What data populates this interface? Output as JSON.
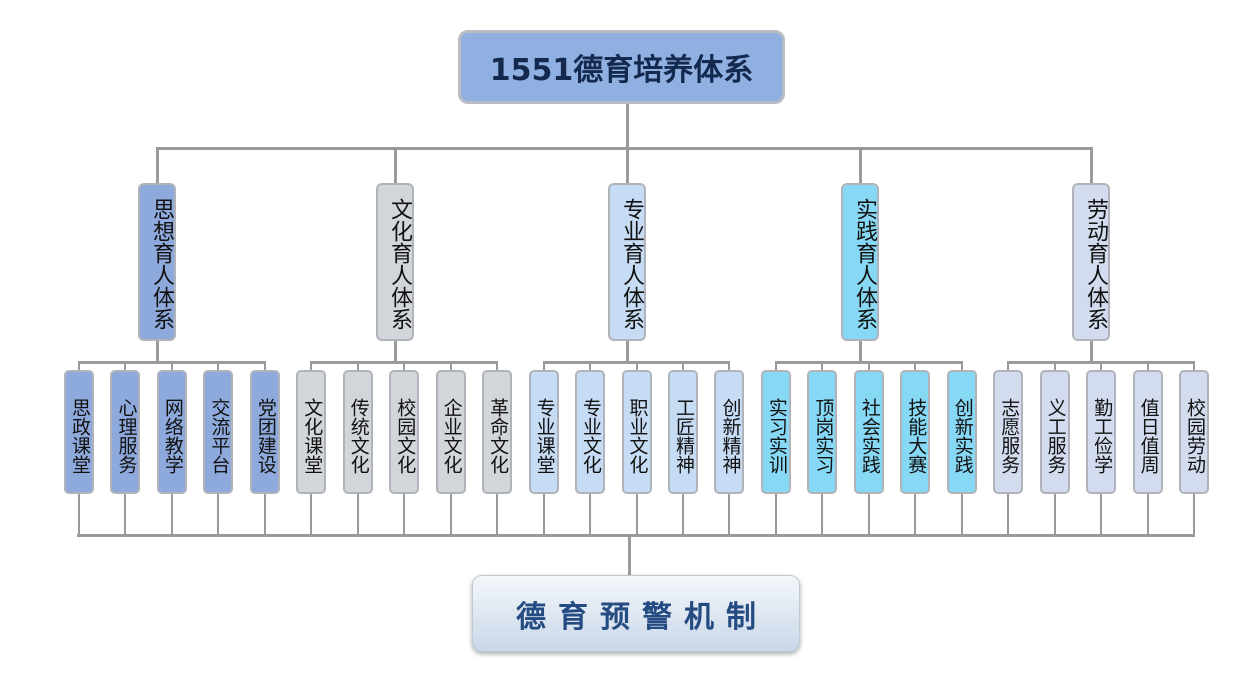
{
  "title": "1551德育培养体系",
  "footer": "德育预警机制",
  "groups": [
    {
      "label": "思想育人体系",
      "color": "#8eaadc",
      "items": [
        "思政课堂",
        "心理服务",
        "网络教学",
        "交流平台",
        "党团建设"
      ]
    },
    {
      "label": "文化育人体系",
      "color": "#d2d5d9",
      "items": [
        "文化课堂",
        "传统文化",
        "校园文化",
        "企业文化",
        "革命文化"
      ]
    },
    {
      "label": "专业育人体系",
      "color": "#c6dcf4",
      "items": [
        "专业课堂",
        "专业文化",
        "职业文化",
        "工匠精神",
        "创新精神"
      ]
    },
    {
      "label": "实践育人体系",
      "color": "#86d8f4",
      "items": [
        "实习实训",
        "顶岗实习",
        "社会实践",
        "技能大赛",
        "创新实践"
      ]
    },
    {
      "label": "劳动育人体系",
      "color": "#d3dbee",
      "items": [
        "志愿服务",
        "义工服务",
        "勤工俭学",
        "值日值周",
        "校园劳动"
      ]
    }
  ]
}
